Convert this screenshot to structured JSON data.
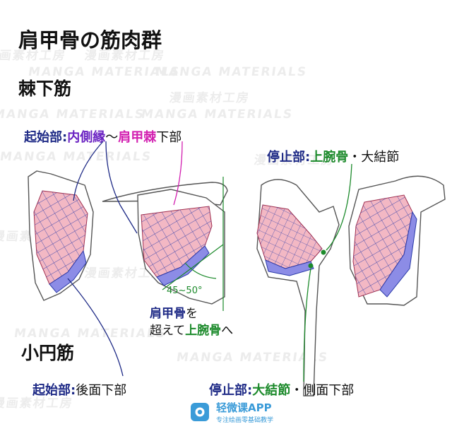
{
  "title": "肩甲骨の筋肉群",
  "watermark": {
    "text_jp": "漫画素材工房",
    "text_en": "MANGA MATERIALS"
  },
  "infraspinatus": {
    "heading": "棘下筋",
    "origin_label": "起始部",
    "origin_sep": ":",
    "origin_part1": "内側縁",
    "origin_tilde": "〜",
    "origin_part2": "肩甲棘",
    "origin_part3": "下部",
    "insertion_label": "停止部",
    "insertion_sep": ":",
    "insertion_part1": "上腕骨",
    "insertion_part2": "・大結節",
    "angle_label": "45~50°",
    "note_line1_a": "肩甲骨",
    "note_line1_b": "を",
    "note_line2_a": "超えて",
    "note_line2_b": "上腕骨",
    "note_line2_c": "へ"
  },
  "teres_minor": {
    "heading": "小円筋",
    "origin_label": "起始部",
    "origin_sep": ":",
    "origin_value": "後面下部",
    "insertion_label": "停止部",
    "insertion_sep": ":",
    "insertion_part1": "大結節",
    "insertion_part2": "・側面下部"
  },
  "logo": {
    "name": "轻微课APP",
    "subtitle": "专注绘画零基础教学",
    "icon": "camera-icon"
  },
  "colors": {
    "muscle_fill": "#f3b8c4",
    "muscle_minor_fill": "#8c8ce6",
    "muscle_mesh": "#2a3aa8",
    "origin_label": "#1e2a86",
    "highlight_purple": "#6a22c2",
    "highlight_magenta": "#d21fb0",
    "insertion_green": "#1c8a2b"
  }
}
